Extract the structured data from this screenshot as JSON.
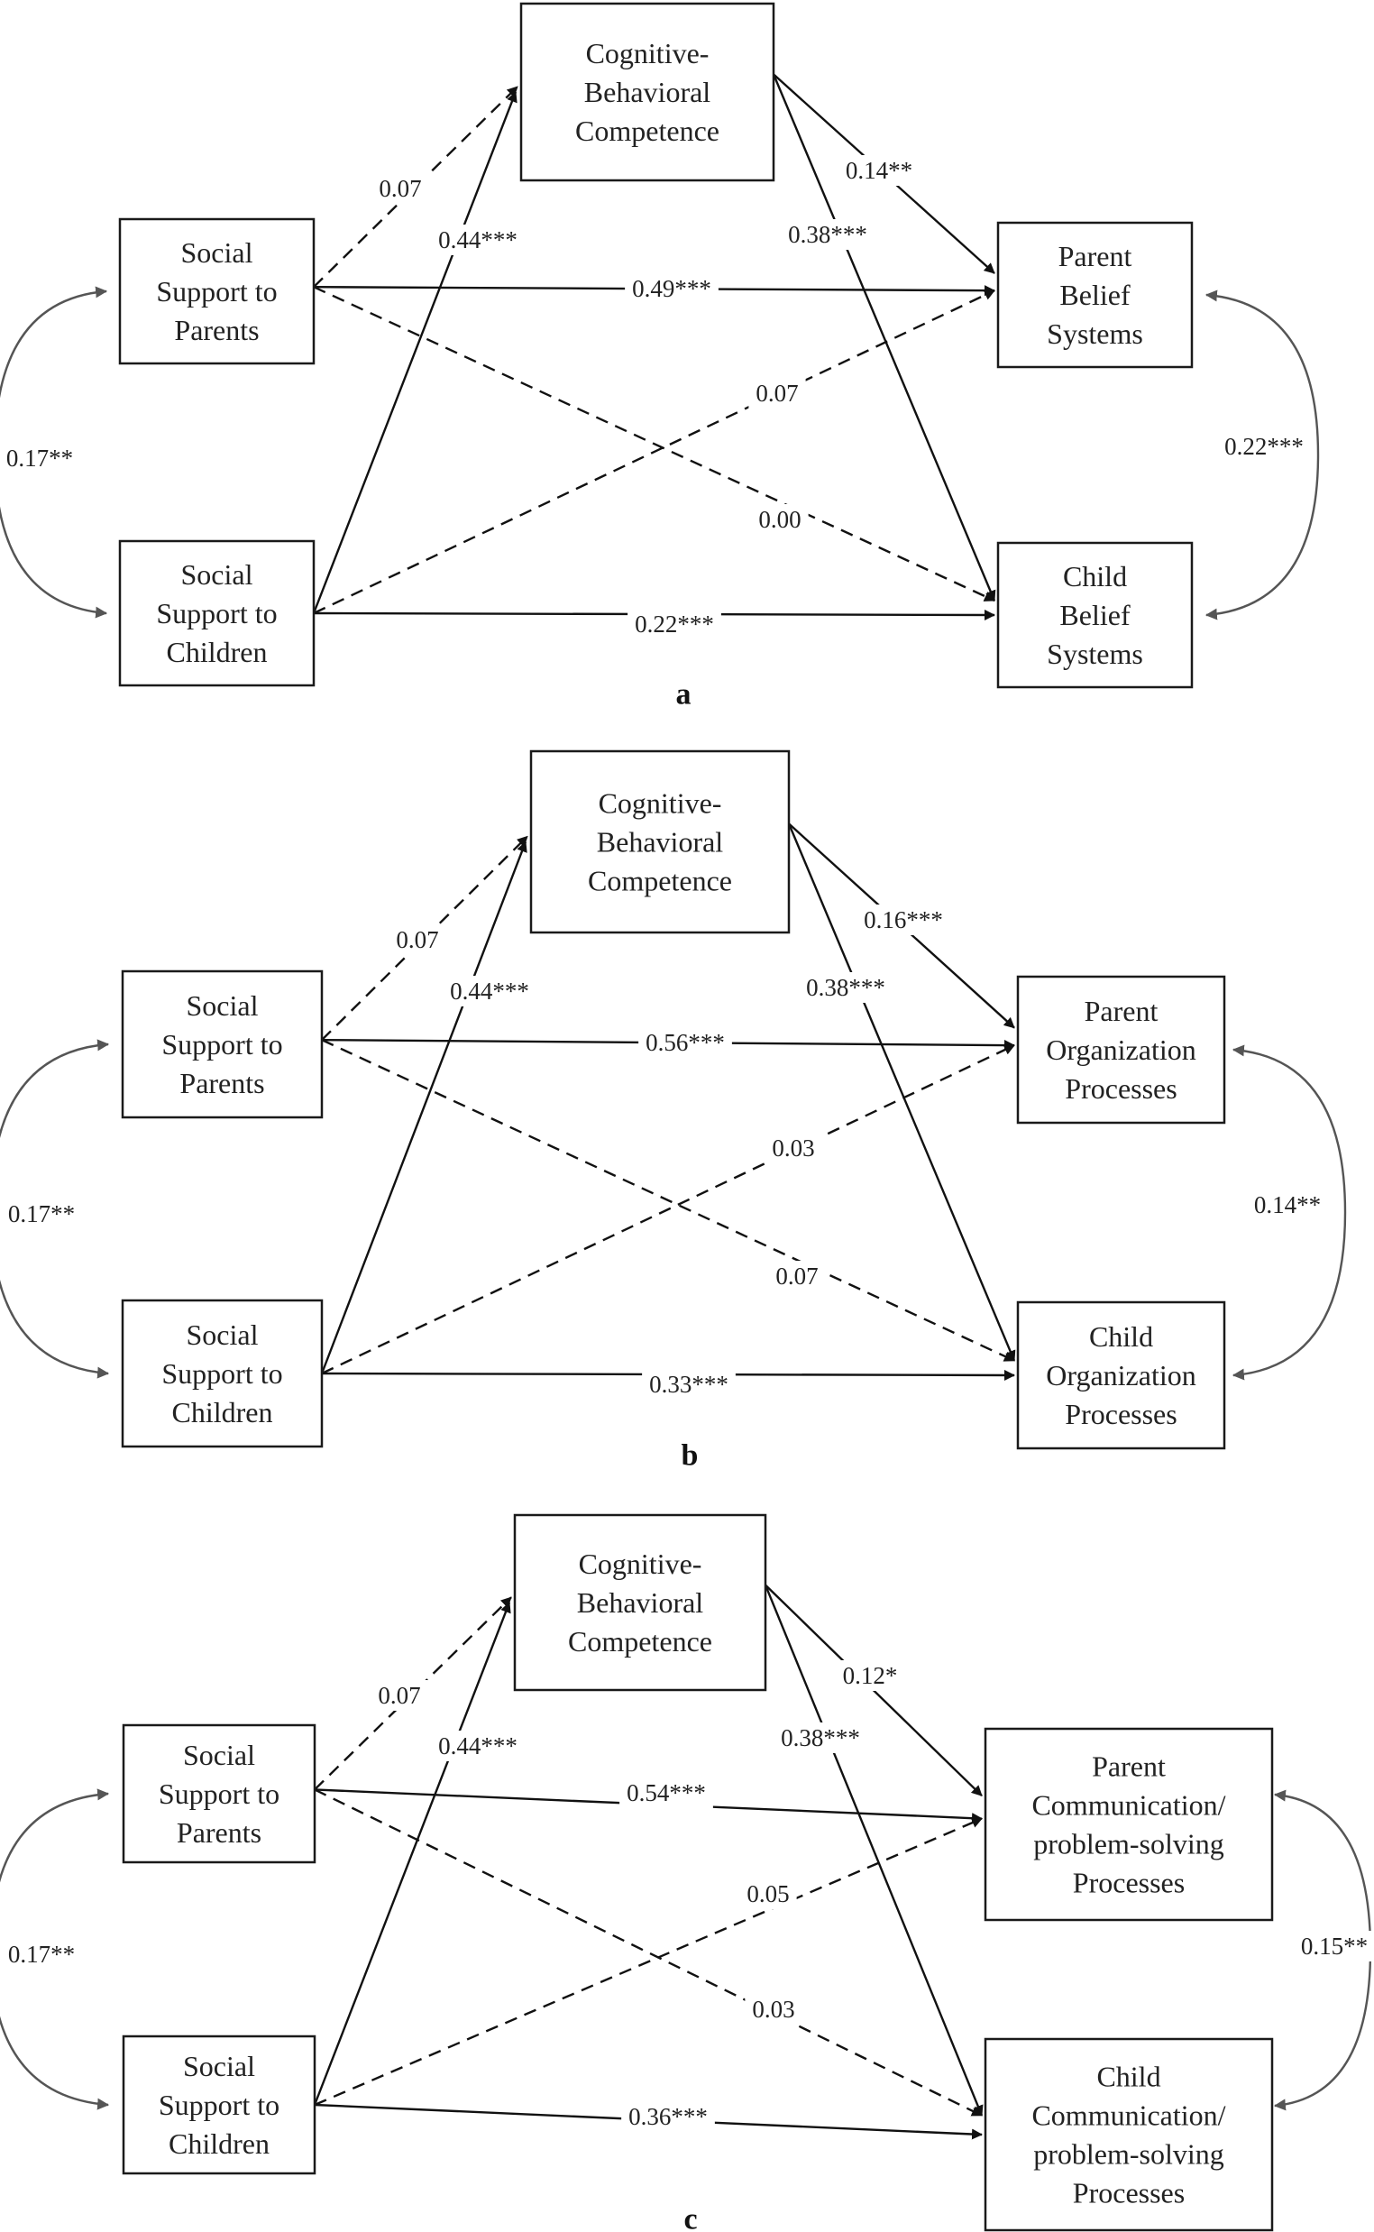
{
  "panels": [
    {
      "id": "a",
      "label": "a",
      "nodes": {
        "cbc": [
          "Cognitive-",
          "Behavioral",
          "Competence"
        ],
        "ssp": [
          "Social",
          "Support to",
          "Parents"
        ],
        "ssc": [
          "Social",
          "Support to",
          "Children"
        ],
        "outP": [
          "Parent",
          "Belief",
          "Systems"
        ],
        "outC": [
          "Child",
          "Belief",
          "Systems"
        ]
      },
      "paths": {
        "ssp_cbc": "0.07",
        "ssc_cbc": "0.44***",
        "cbc_outP": "0.14**",
        "cbc_outC": "0.38***",
        "ssp_outP": "0.49***",
        "ssc_outP": "0.07",
        "ssp_outC": "0.00",
        "ssc_outC": "0.22***",
        "corr_left": "0.17**",
        "corr_right": "0.22***"
      }
    },
    {
      "id": "b",
      "label": "b",
      "nodes": {
        "cbc": [
          "Cognitive-",
          "Behavioral",
          "Competence"
        ],
        "ssp": [
          "Social",
          "Support to",
          "Parents"
        ],
        "ssc": [
          "Social",
          "Support to",
          "Children"
        ],
        "outP": [
          "Parent",
          "Organization",
          "Processes"
        ],
        "outC": [
          "Child",
          "Organization",
          "Processes"
        ]
      },
      "paths": {
        "ssp_cbc": "0.07",
        "ssc_cbc": "0.44***",
        "cbc_outP": "0.16***",
        "cbc_outC": "0.38***",
        "ssp_outP": "0.56***",
        "ssc_outP": "0.03",
        "ssp_outC": "0.07",
        "ssc_outC": "0.33***",
        "corr_left": "0.17**",
        "corr_right": "0.14**"
      }
    },
    {
      "id": "c",
      "label": "c",
      "nodes": {
        "cbc": [
          "Cognitive-",
          "Behavioral",
          "Competence"
        ],
        "ssp": [
          "Social",
          "Support to",
          "Parents"
        ],
        "ssc": [
          "Social",
          "Support to",
          "Children"
        ],
        "outP": [
          "Parent",
          "Communication/",
          "problem-solving",
          "Processes"
        ],
        "outC": [
          "Child",
          "Communication/",
          "problem-solving",
          "Processes"
        ]
      },
      "paths": {
        "ssp_cbc": "0.07",
        "ssc_cbc": "0.44***",
        "cbc_outP": "0.12*",
        "cbc_outC": "0.38***",
        "ssp_outP": "0.54***",
        "ssc_outP": "0.05",
        "ssp_outC": "0.03",
        "ssc_outC": "0.36***",
        "corr_left": "0.17**",
        "corr_right": "0.15**"
      }
    }
  ]
}
